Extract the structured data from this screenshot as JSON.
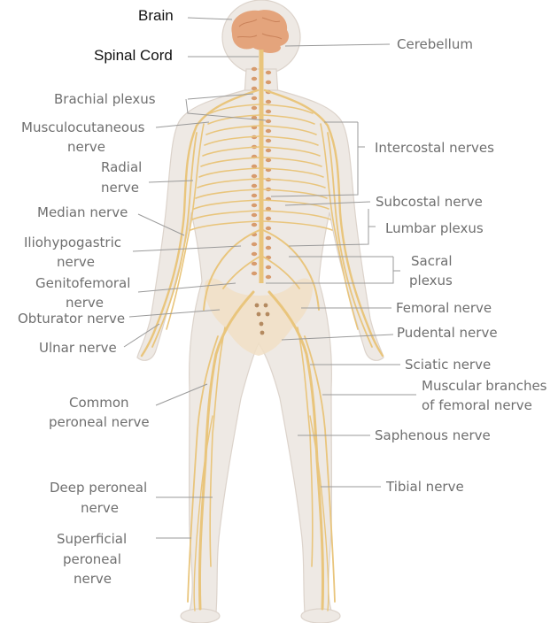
{
  "diagram": {
    "colors": {
      "background": "#ffffff",
      "body": "#eee9e4",
      "body_outline": "#dcd3cb",
      "nerve": "#e9c57c",
      "brain": "#e4a47c",
      "vertebra": "#d79b6e",
      "pelvis": "#f1dfc6",
      "leader_line": "#9a9a9a",
      "label_text": "#6f6f6f",
      "heading_text": "#111111"
    },
    "labels": {
      "brain": "Brain",
      "spinal_cord": "Spinal Cord",
      "cerebellum": "Cerebellum",
      "brachial_plexus": "Brachial plexus",
      "musculocutaneous_1": "Musculocutaneous",
      "musculocutaneous_2": "nerve",
      "radial_1": "Radial",
      "radial_2": "nerve",
      "median": "Median nerve",
      "iliohypogastric_1": "Iliohypogastric",
      "iliohypogastric_2": "nerve",
      "genitofemoral_1": "Genitofemoral",
      "genitofemoral_2": "nerve",
      "obturator": "Obturator nerve",
      "ulnar": "Ulnar nerve",
      "common_peroneal_1": "Common",
      "common_peroneal_2": "peroneal nerve",
      "deep_peroneal_1": "Deep peroneal",
      "deep_peroneal_2": "nerve",
      "superficial_peroneal_1": "Superficial",
      "superficial_peroneal_2": "peroneal",
      "superficial_peroneal_3": "nerve",
      "intercostal": "Intercostal nerves",
      "subcostal": "Subcostal nerve",
      "lumbar_plexus": "Lumbar plexus",
      "sacral_plexus_1": "Sacral",
      "sacral_plexus_2": "plexus",
      "femoral": "Femoral nerve",
      "pudental": "Pudental nerve",
      "sciatic": "Sciatic nerve",
      "muscular_branches_1": "Muscular branches",
      "muscular_branches_2": "of femoral nerve",
      "saphenous": "Saphenous nerve",
      "tibial": "Tibial nerve"
    }
  }
}
